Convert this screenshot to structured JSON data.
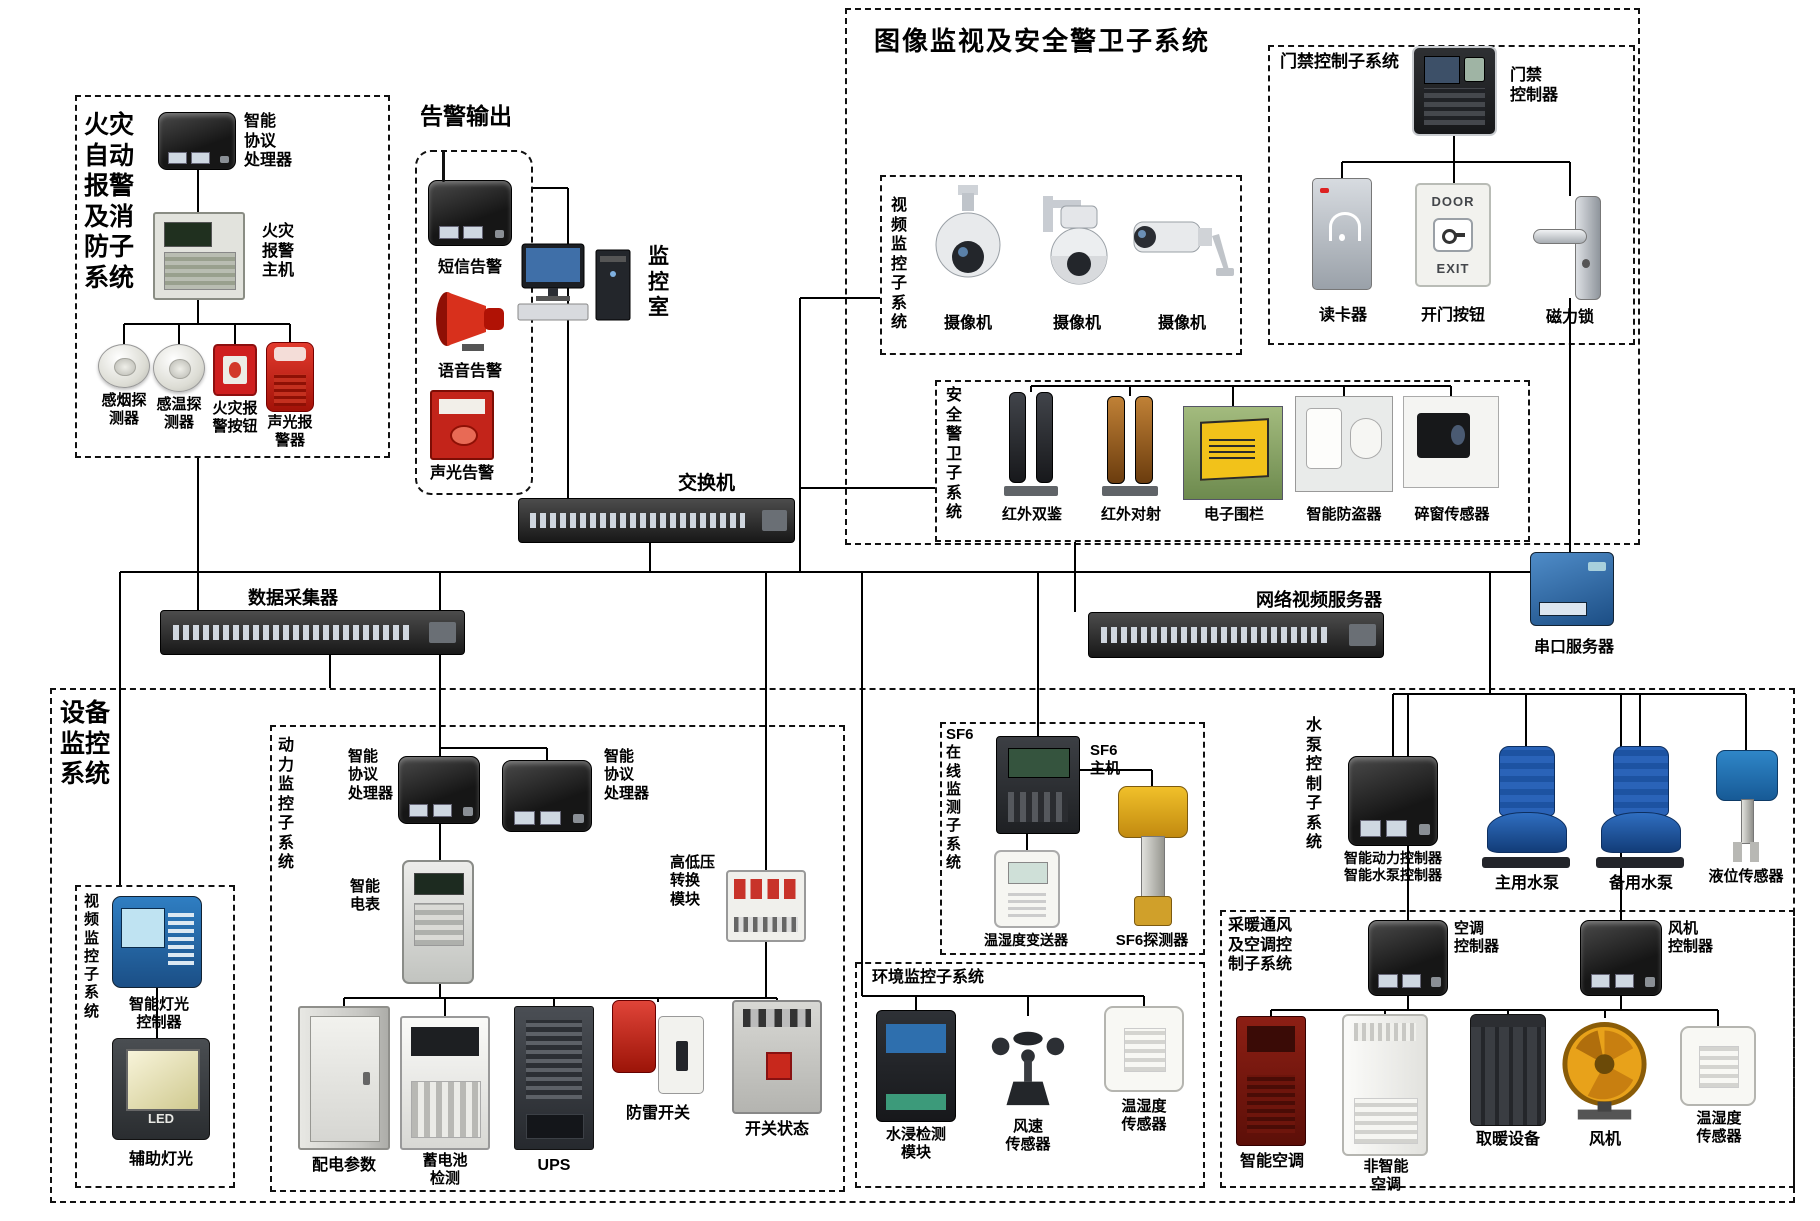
{
  "colors": {
    "line": "#000000",
    "alarm_red": "#c42015",
    "device_dark": "#1b1b1b",
    "pump_blue": "#1d53a2",
    "fan_yellow": "#e8a21a",
    "serial_blue": "#2f6fae"
  },
  "fire": {
    "title": "火灾\n自动\n报警\n及消\n防子\n系统",
    "processor": "智能\n协议\n处理器",
    "host": "火灾\n报警\n主机",
    "smoke_detector": "感烟探\n测器",
    "heat_detector": "感温探\n测器",
    "alarm_button": "火灾报\n警按钮",
    "sounder": "声光报\n警器"
  },
  "alarm_output": {
    "title": "告警输出",
    "sms": "短信告警",
    "voice": "语音告警",
    "sound_light": "声光告警"
  },
  "monitor_room": "监\n控\n室",
  "network": {
    "switch": "交换机",
    "collector": "数据采集器",
    "video_server": "网络视频服务器",
    "serial_server": "串口服务器"
  },
  "surveillance": {
    "title": "图像监视及安全警卫子系统",
    "video": {
      "title": "视\n频\n监\n控\n子\n系\n统",
      "camera": "摄像机"
    },
    "access": {
      "title": "门禁控制子系统",
      "controller": "门禁\n控制器",
      "reader": "读卡器",
      "open_button": "开门按钮",
      "door_text": "DOOR",
      "exit_text": "EXIT",
      "magnetic_lock": "磁力锁"
    },
    "guard": {
      "title": "安\n全\n警\n卫\n子\n系\n统",
      "ir_dual": "红外双鉴",
      "ir_beam": "红外对射",
      "fence": "电子围栏",
      "burglar": "智能防盗器",
      "glass_break": "碎窗传感器"
    }
  },
  "equipment": {
    "title": "设备\n监控\n系统",
    "lighting": {
      "title": "视\n频\n监\n控\n子\n系\n统",
      "controller": "智能灯光\n控制器",
      "aux_light": "辅助灯光",
      "led": "LED"
    },
    "power": {
      "title": "动\n力\n监\n控\n子\n系\n统",
      "processor": "智能\n协议\n处理器",
      "meter": "智能\n电表",
      "hv_module": "高低压\n转换\n模块",
      "distribution": "配电参数",
      "battery": "蓄电池\n检测",
      "ups": "UPS",
      "surge": "防雷开关",
      "switch_state": "开关状态"
    },
    "sf6": {
      "title": "SF6\n在\n线\n监\n测\n子\n系\n统",
      "host": "SF6\n主机",
      "transmitter": "温湿度变送器",
      "detector": "SF6探测器"
    },
    "env": {
      "title": "环境监控子系统",
      "water": "水浸检测\n模块",
      "wind": "风速\n传感器",
      "temp_humidity": "温湿度\n传感器"
    },
    "pump": {
      "title": "水\n泵\n控\n制\n子\n系\n统",
      "controllers": "智能动力控制器\n智能水泵控制器",
      "main_pump": "主用水泵",
      "backup_pump": "备用水泵",
      "level_sensor": "液位传感器"
    },
    "hvac": {
      "title": "采暖通风\n及空调控\n制子系统",
      "ac_controller": "空调\n控制器",
      "fan_controller": "风机\n控制器",
      "smart_ac": "智能空调",
      "basic_ac": "非智能\n空调",
      "heater": "取暖设备",
      "fan": "风机",
      "temp_humidity": "温湿度\n传感器"
    }
  }
}
